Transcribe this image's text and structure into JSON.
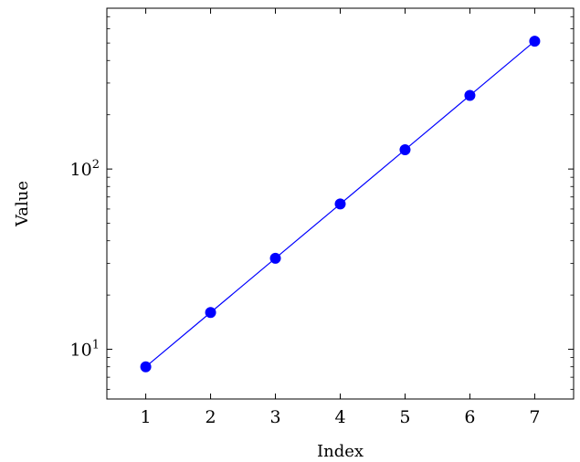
{
  "chart_data": {
    "type": "line",
    "title": "",
    "xlabel": "Index",
    "ylabel": "Value",
    "x": [
      1,
      2,
      3,
      4,
      5,
      6,
      7
    ],
    "series": [
      {
        "values": [
          8,
          16,
          32,
          64,
          128,
          256,
          512
        ],
        "color": "#0000ff",
        "marker": "circle"
      }
    ],
    "xlim": [
      0.4,
      7.6
    ],
    "ylim": [
      5.3,
      780
    ],
    "yscale": "log",
    "x_ticks": [
      1,
      2,
      3,
      4,
      5,
      6,
      7
    ],
    "x_tick_labels": [
      "1",
      "2",
      "3",
      "4",
      "5",
      "6",
      "7"
    ],
    "y_major_ticks": [
      10,
      100
    ],
    "y_tick_labels": [
      {
        "base": "10",
        "exp": "1"
      },
      {
        "base": "10",
        "exp": "2"
      }
    ],
    "grid": false,
    "legend": "none"
  }
}
